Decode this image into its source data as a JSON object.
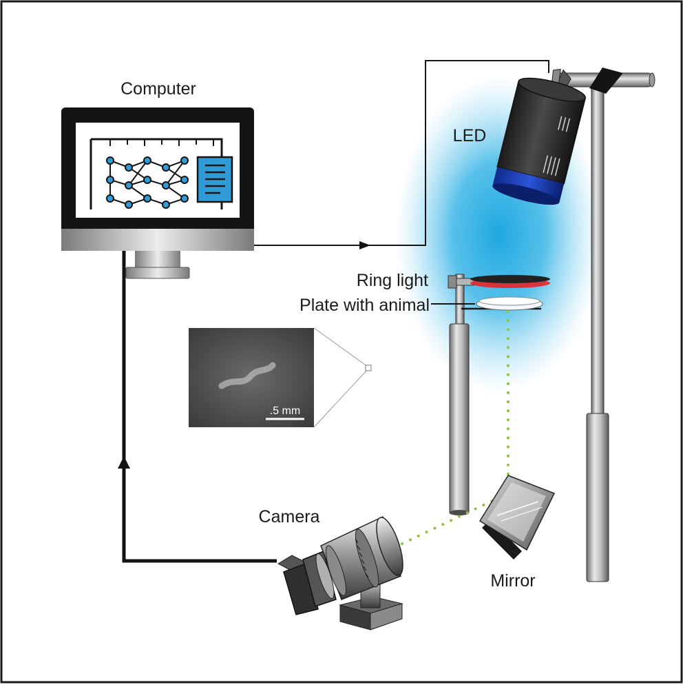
{
  "labels": {
    "computer": "Computer",
    "led": "LED",
    "ring_light": "Ring light",
    "plate": "Plate with animal",
    "camera": "Camera",
    "mirror": "Mirror",
    "scale_bar": ".5 mm"
  },
  "icons": {
    "computer": "monitor-icon",
    "led": "led-lamp-icon",
    "camera": "camera-icon",
    "mirror": "mirror-icon"
  },
  "colors": {
    "led_glow": "#1ea8e0",
    "ring_light": "#e8232a",
    "light_path": "#8cc63f",
    "screen_accent": "#2f9bd7"
  }
}
